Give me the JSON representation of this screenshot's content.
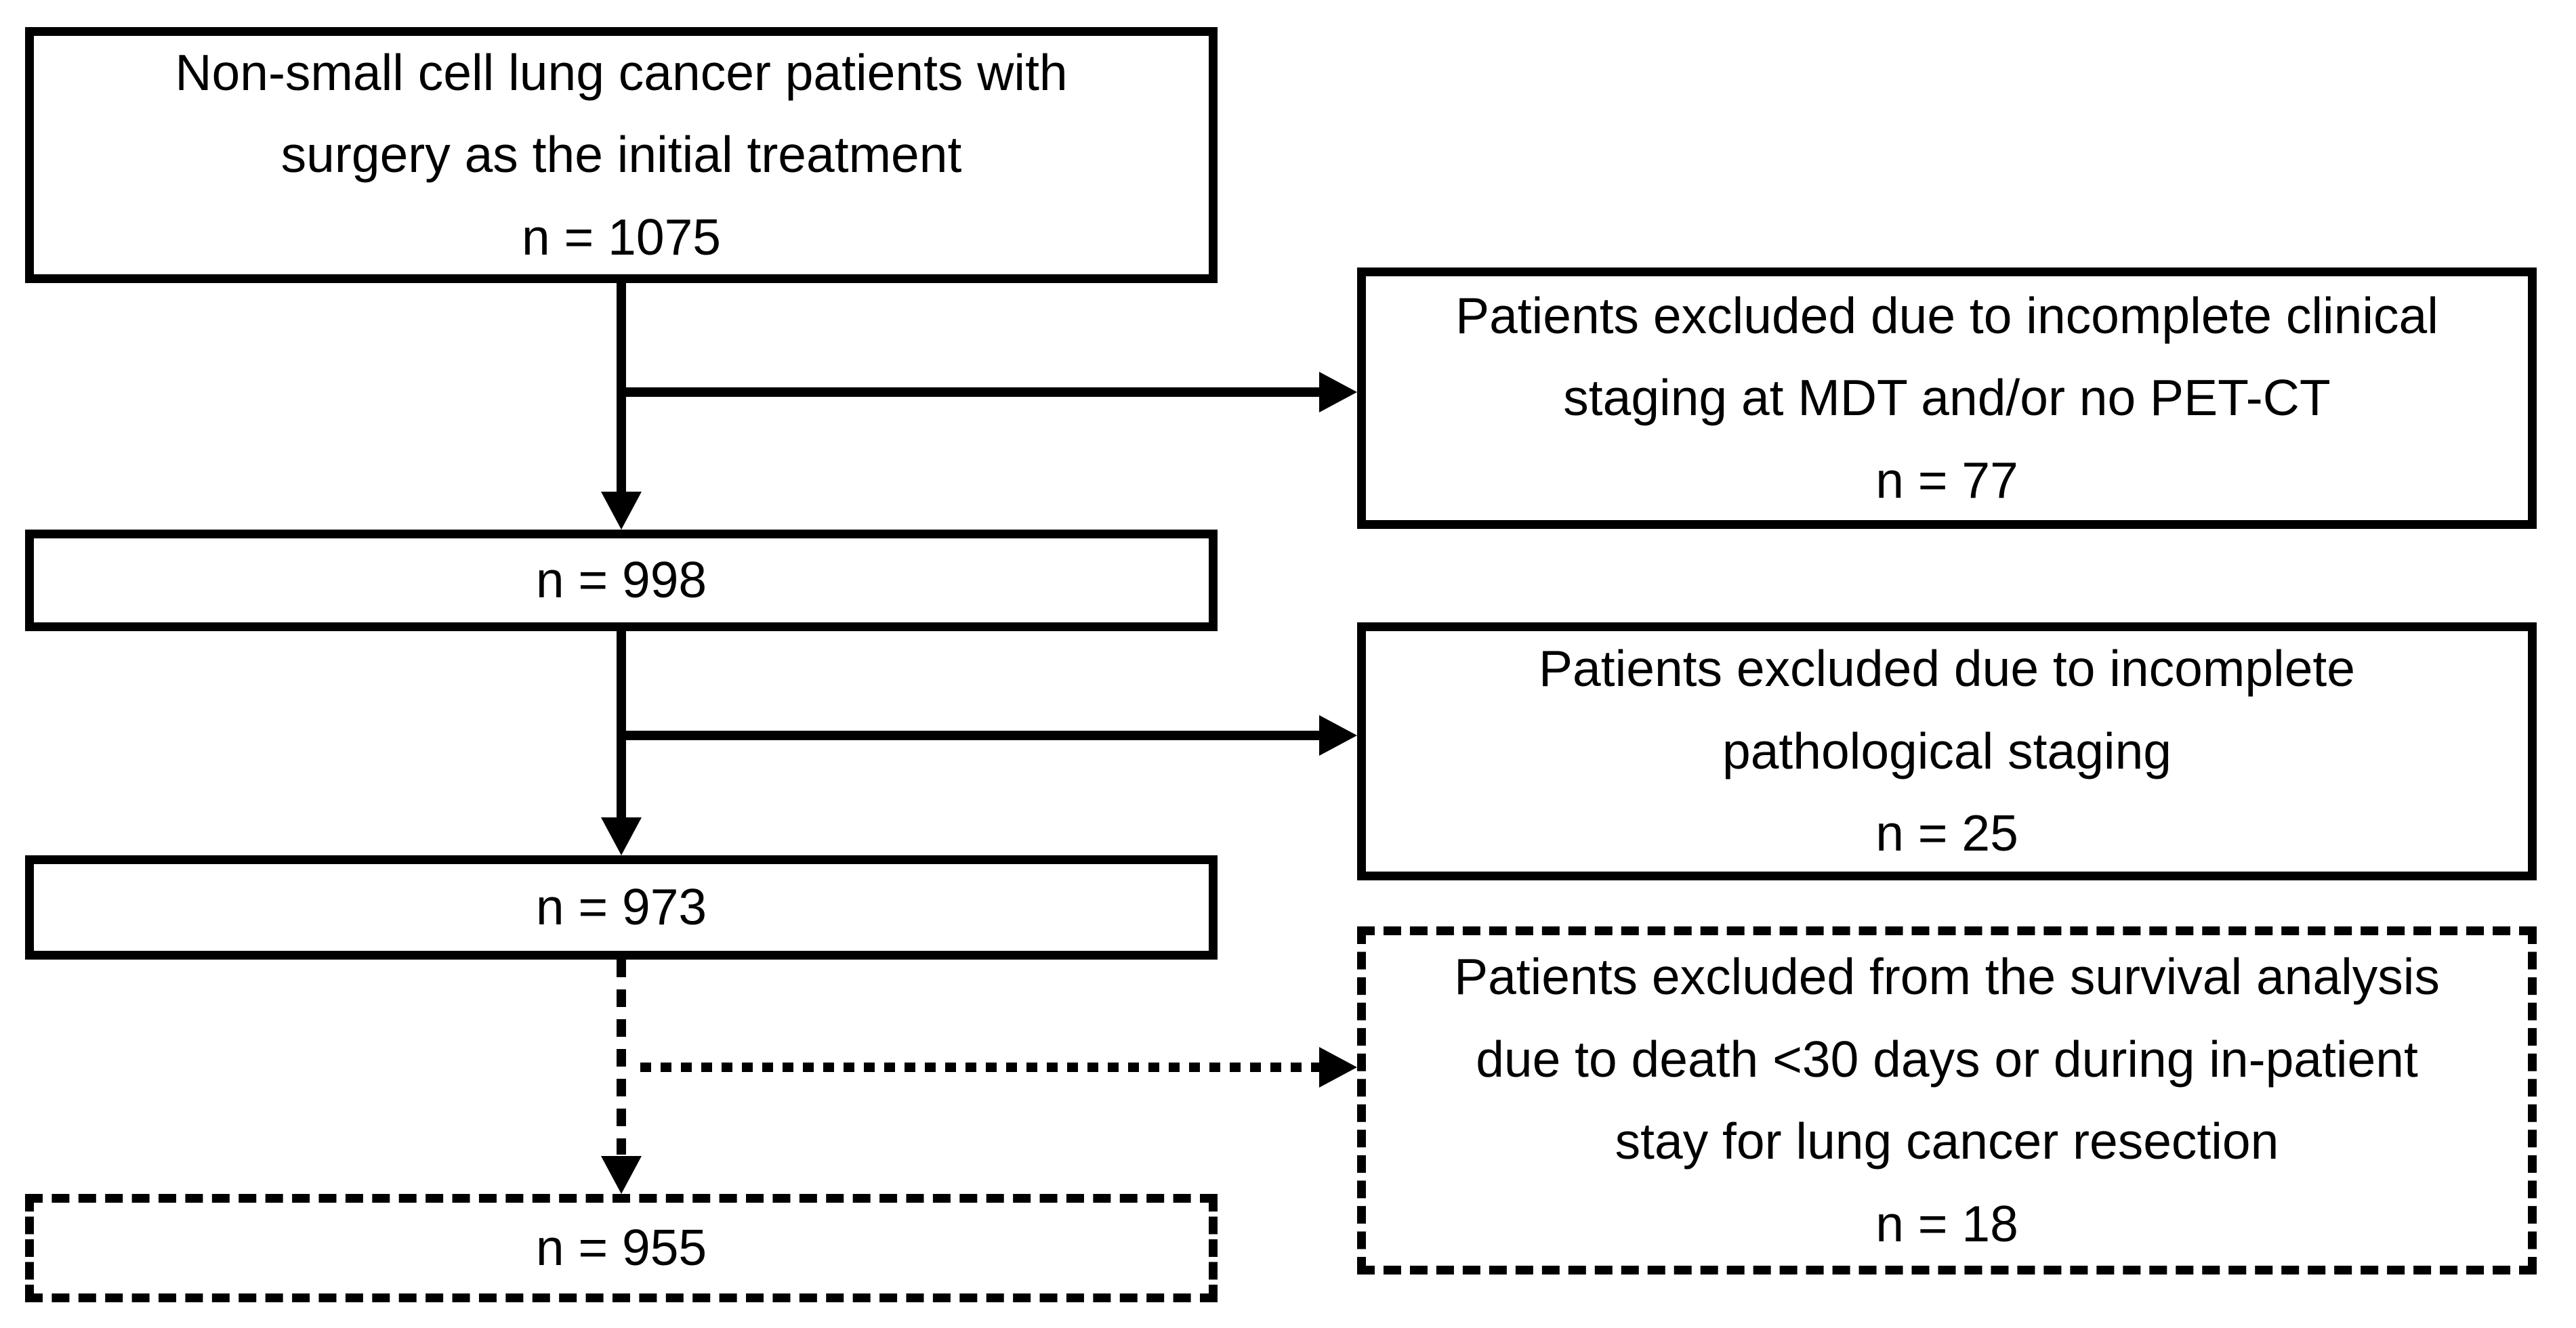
{
  "diagram": {
    "type": "patient-flow",
    "background": "#ffffff",
    "line_color": "#000000",
    "nodes": {
      "initial": {
        "style": "solid",
        "lines": [
          "Non-small cell lung cancer patients with",
          "surgery as the initial treatment",
          "n = 1075"
        ]
      },
      "after_clinical": {
        "style": "solid",
        "lines": [
          "n = 998"
        ]
      },
      "after_pathological": {
        "style": "solid",
        "lines": [
          "n = 973"
        ]
      },
      "survival_cohort": {
        "style": "dashed",
        "lines": [
          "n = 955"
        ]
      },
      "excluded_clinical": {
        "style": "solid",
        "lines": [
          "Patients excluded due to incomplete clinical",
          "staging at MDT and/or no PET-CT",
          "n = 77"
        ]
      },
      "excluded_pathological": {
        "style": "solid",
        "lines": [
          "Patients excluded due to incomplete",
          "pathological staging",
          "n = 25"
        ]
      },
      "excluded_survival": {
        "style": "dashed",
        "lines": [
          "Patients excluded from the survival analysis",
          "due to death <30 days or during in-patient",
          "stay for lung cancer resection",
          "n = 18"
        ]
      }
    }
  }
}
